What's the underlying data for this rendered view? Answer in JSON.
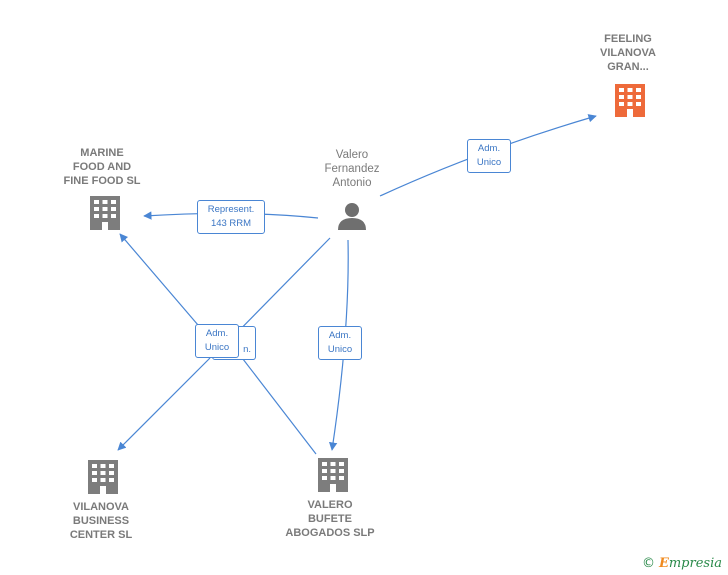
{
  "colors": {
    "edge": "#4a86d4",
    "company_icon": "#7d7d7d",
    "highlight_icon": "#ee6a3a",
    "person_icon": "#6f6f6f"
  },
  "nodes": {
    "feeling": {
      "label": "FEELING\nVILANOVA\nGRAN...",
      "icon": "building-icon",
      "highlight": true
    },
    "marine": {
      "label": "MARINE\nFOOD AND\nFINE FOOD SL",
      "icon": "building-icon"
    },
    "valero_person": {
      "label": "Valero\nFernandez\nAntonio",
      "icon": "person-icon"
    },
    "vilanova": {
      "label": "VILANOVA\nBUSINESS\nCENTER SL",
      "icon": "building-icon"
    },
    "valero_bufete": {
      "label": "VALERO\nBUFETE\nABOGADOS  SLP",
      "icon": "building-icon"
    }
  },
  "edges": {
    "e1": {
      "label": "Adm.\nUnico"
    },
    "e2": {
      "label": "Represent.\n143 RRM"
    },
    "e3": {
      "label": "Adm.\nUnico"
    },
    "e4": {
      "label": "Adm.\nUnico"
    },
    "e4_partial": {
      "label": "n."
    }
  },
  "brand": {
    "copyright": "©",
    "initial": "E",
    "name": "mpresia"
  }
}
